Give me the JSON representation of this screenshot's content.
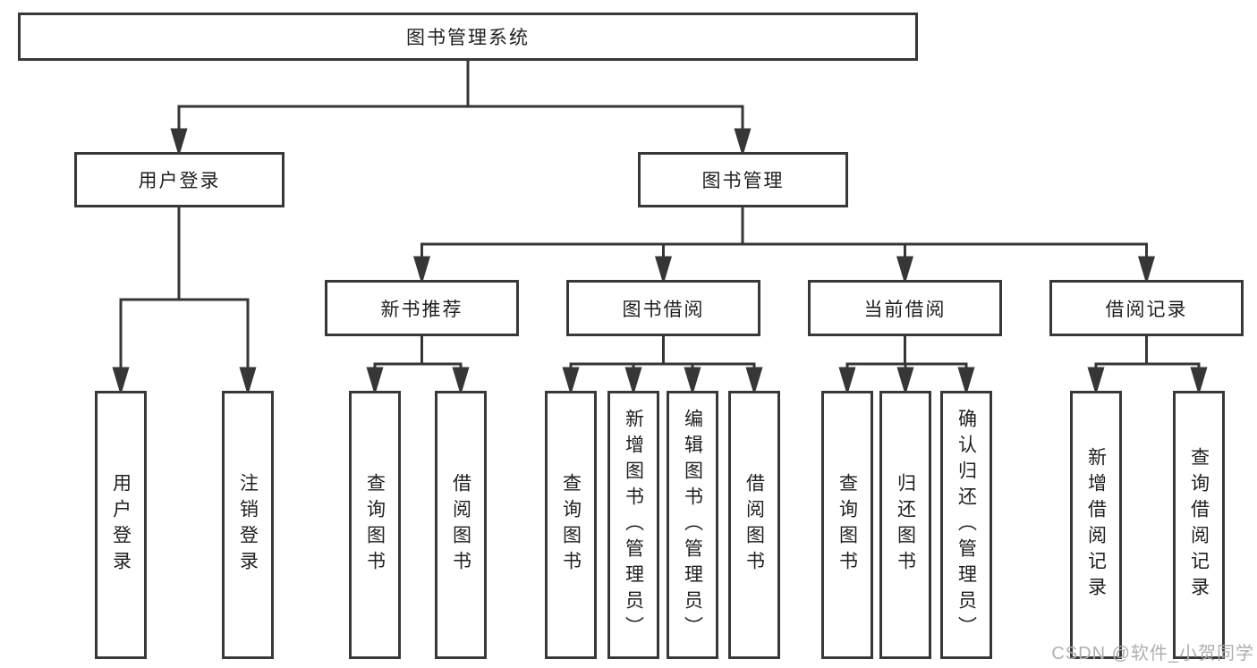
{
  "tree": {
    "root": "图书管理系统",
    "branches": [
      {
        "label": "用户登录",
        "leaves": [
          "用户登录",
          "注销登录"
        ]
      },
      {
        "label": "图书管理",
        "groups": [
          {
            "label": "新书推荐",
            "leaves": [
              "查询图书",
              "借阅图书"
            ]
          },
          {
            "label": "图书借阅",
            "leaves": [
              "查询图书",
              "新增图书（管理员）",
              "编辑图书（管理员）",
              "借阅图书"
            ]
          },
          {
            "label": "当前借阅",
            "leaves": [
              "查询图书",
              "归还图书",
              "确认归还（管理员）"
            ]
          },
          {
            "label": "借阅记录",
            "leaves": [
              "新增借阅记录",
              "查询借阅记录"
            ]
          }
        ]
      }
    ]
  },
  "watermark": "CSDN @软件_小贺同学",
  "colors": {
    "line": "#363636",
    "box_border": "#383838",
    "text": "#1f1f1f",
    "watermark": "#b3aeae",
    "background": "#ffffff"
  }
}
